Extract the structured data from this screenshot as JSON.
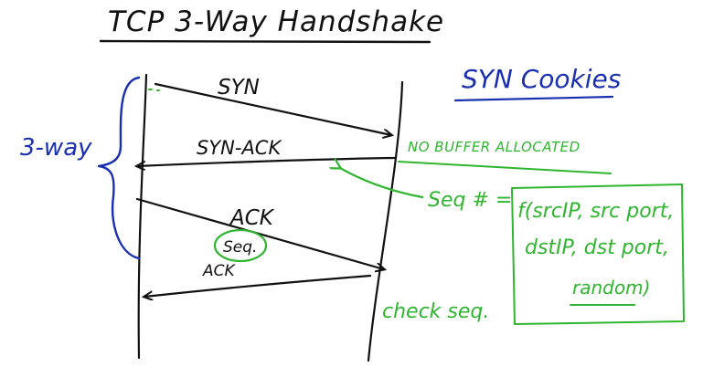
{
  "title": "TCP 3-Way Handshake",
  "heading": "SYN Cookies",
  "side_label": "3-way",
  "messages": {
    "syn": "SYN",
    "syn_ack": "SYN-ACK",
    "ack": "ACK",
    "seq_circled": "Seq.",
    "ack2": "ACK"
  },
  "notes": {
    "no_buffer": "NO BUFFER ALLOCATED",
    "seq_label": "Seq # =",
    "formula_lines": [
      "f(srcIP, src port,",
      "dstIP, dst port,",
      "random)"
    ],
    "check_seq": "check seq."
  },
  "colors": {
    "black_ink": "#111111",
    "blue_ink": "#1a2fb0",
    "green_ink": "#2fb52f"
  }
}
